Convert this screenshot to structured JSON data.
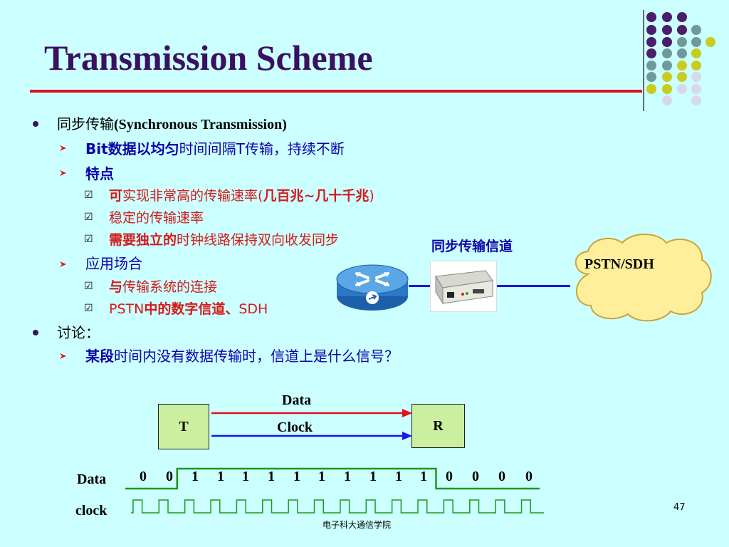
{
  "slide": {
    "title": "Transmission Scheme",
    "page_number": "47",
    "footer": "电子科大通信学院"
  },
  "bullets": {
    "sync_label_cn": "同步传输",
    "sync_label_en": "(Synchronous Transmission)",
    "def_prefix": "Bit数据以均匀",
    "def_rest": "时间间隔T传输，持续不断",
    "features_label": "特点",
    "feature1_prefix": "可",
    "feature1_mid": "实现非常高的传输速率(",
    "feature1_bold": "几百兆~几十千兆",
    "feature1_end": ")",
    "feature2": "稳定的传输速率",
    "feature3_prefix": "需要独立的",
    "feature3_rest": "时钟线路保持双向收发同步",
    "apps_label": "应用场合",
    "app1_prefix": "与",
    "app1_rest": "传输系统的连接",
    "app2_prefix": "PSTN",
    "app2_bold": "中的数字信道、",
    "app2_end": "SDH",
    "discussion_label": "讨论：",
    "question_prefix": "某段",
    "question_rest": "时间内没有数据传输时，信道上是什么信号？",
    "check_symbol": "☑"
  },
  "network": {
    "channel_label": "同步传输信道",
    "cloud_label": "PSTN/SDH"
  },
  "diagram": {
    "t_label": "T",
    "r_label": "R",
    "data_label": "Data",
    "clock_label": "Clock"
  },
  "waveform": {
    "data_label": "Data",
    "clock_label": "clock",
    "bits": [
      "0",
      "0",
      "1",
      "1",
      "1",
      "1",
      "1",
      "1",
      "1",
      "1",
      "1",
      "1",
      "0",
      "0",
      "0",
      "0"
    ]
  },
  "colors": {
    "background": "#ccffff",
    "title": "#3a1060",
    "rule": "#e0101e",
    "blue_text": "#0b00a8",
    "red_text": "#d61a1a",
    "green_wave": "#1a9a1a",
    "box_fill": "#cceea0"
  },
  "icons": {
    "level2_bullet": "red-diamond-arrow-icon",
    "level3_bullet": "checkbox-icon",
    "router": "router-icon",
    "modem": "modem-device-icon",
    "cloud": "cloud-icon"
  }
}
